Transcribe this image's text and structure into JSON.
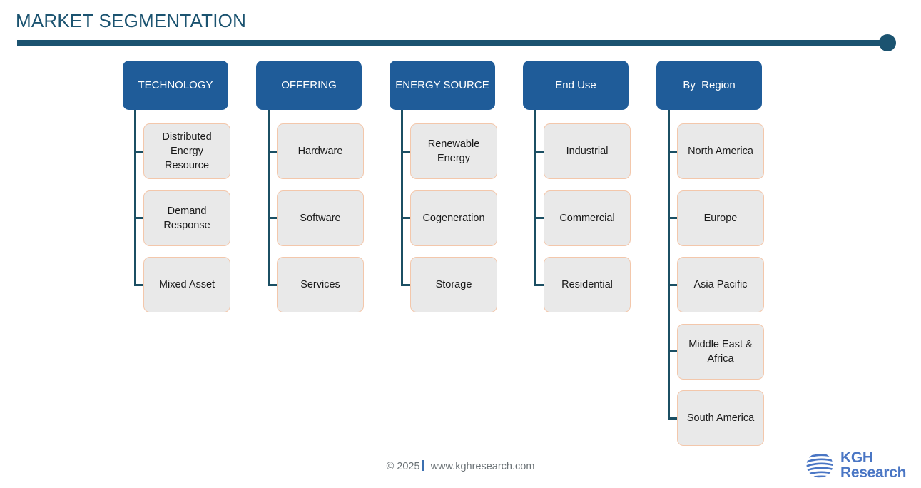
{
  "page": {
    "title": "MARKET SEGMENTATION",
    "accent_color": "#1b5370",
    "header_box_color": "#1f5c99",
    "child_box_color": "#e9e9e9",
    "child_border_color": "#f3c7ab",
    "connector_color": "#1b4f63"
  },
  "diagram": {
    "type": "segmentation-tree",
    "columns": [
      {
        "header": "TECHNOLOGY",
        "children": [
          "Distributed Energy Resource",
          "Demand Response",
          "Mixed Asset"
        ]
      },
      {
        "header": "OFFERING",
        "children": [
          "Hardware",
          "Software",
          "Services"
        ]
      },
      {
        "header": "ENERGY SOURCE",
        "children": [
          "Renewable Energy",
          "Cogeneration",
          "Storage"
        ]
      },
      {
        "header": "End Use",
        "children": [
          "Industrial",
          "Commercial",
          "Residential"
        ]
      },
      {
        "header": "By  Region",
        "children": [
          "North America",
          "Europe",
          "Asia Pacific",
          "Middle East & Africa",
          "South America"
        ]
      }
    ]
  },
  "footer": {
    "copyright": "© 2025",
    "website": "www.kghresearch.com",
    "logo": {
      "line1": "KGH",
      "line2": "Research",
      "icon": "globe-icon",
      "color": "#4a76c4"
    }
  }
}
